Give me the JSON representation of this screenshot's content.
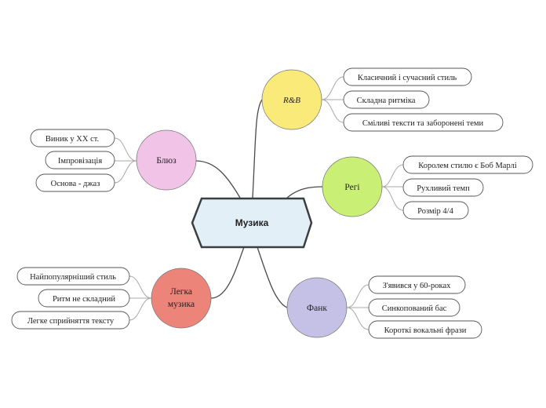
{
  "center": {
    "label": "Музика"
  },
  "colors": {
    "center_fill": "#e3eff6",
    "center_stroke": "#3a3f3f",
    "line": "#4a4a4a",
    "leaf_stroke": "#555555",
    "bracket": "#aaaaaa"
  },
  "topics": {
    "rnb": {
      "label": "R&B",
      "color": "#f9ea79",
      "items": [
        "Класичний і сучасний стиль",
        "Складна ритміка",
        "Сміливі тексти та заборонені теми"
      ]
    },
    "reggae": {
      "label": "Регі",
      "color": "#c9ef75",
      "items": [
        "Королем стилю є Боб Марлі",
        "Рухливий темп",
        "Розмір 4/4"
      ]
    },
    "funk": {
      "label": "Фанк",
      "color": "#c5c0e6",
      "items": [
        "З'явився у 60-роках",
        "Синкопований бас",
        "Короткі вокальні фрази"
      ]
    },
    "blues": {
      "label": "Блюз",
      "color": "#f1c3e6",
      "items": [
        "Виник у XX ст.",
        "Імпровізація",
        "Основа - джаз"
      ]
    },
    "light": {
      "label_line1": "Легка",
      "label_line2": "музика",
      "color": "#ec8479",
      "items": [
        "Найпопулярніший стиль",
        "Ритм не складний",
        "Легке сприйняття тексту"
      ]
    }
  }
}
